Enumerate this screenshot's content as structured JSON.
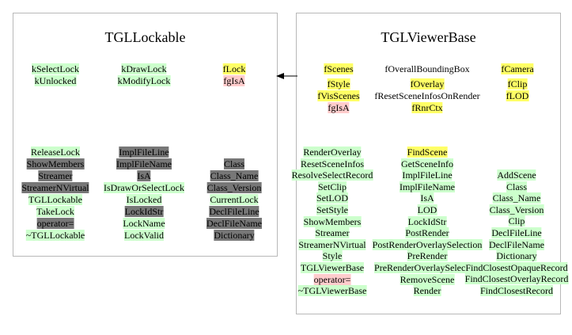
{
  "colors": {
    "green": "#ccffcc",
    "yellow": "#ffff66",
    "pink": "#ffcccc",
    "gray": "#777777"
  },
  "left_box": {
    "title": "TGLLockable",
    "col1": [
      {
        "text": "kSelectLock",
        "style": "green"
      },
      {
        "text": "kUnlocked",
        "style": "green"
      },
      {
        "text": "ReleaseLock",
        "style": "green"
      },
      {
        "text": "ShowMembers",
        "style": "gray"
      },
      {
        "text": "Streamer",
        "style": "gray"
      },
      {
        "text": "StreamerNVirtual",
        "style": "gray"
      },
      {
        "text": "TGLLockable",
        "style": "green"
      },
      {
        "text": "TakeLock",
        "style": "green"
      },
      {
        "text": "operator=",
        "style": "gray"
      },
      {
        "text": "~TGLLockable",
        "style": "green"
      }
    ],
    "col2": [
      {
        "text": "kDrawLock",
        "style": "green"
      },
      {
        "text": "kModifyLock",
        "style": "green"
      },
      {
        "text": "ImplFileLine",
        "style": "gray"
      },
      {
        "text": "ImplFileName",
        "style": "gray"
      },
      {
        "text": "IsA",
        "style": "gray"
      },
      {
        "text": "IsDrawOrSelectLock",
        "style": "green"
      },
      {
        "text": "IsLocked",
        "style": "green"
      },
      {
        "text": "LockIdStr",
        "style": "gray"
      },
      {
        "text": "LockName",
        "style": "green"
      },
      {
        "text": "LockValid",
        "style": "green"
      }
    ],
    "col3": [
      {
        "text": "fLock",
        "style": "yellow"
      },
      {
        "text": "fgIsA",
        "style": "pink"
      },
      {
        "text": "Class",
        "style": "gray"
      },
      {
        "text": "Class_Name",
        "style": "gray"
      },
      {
        "text": "Class_Version",
        "style": "gray"
      },
      {
        "text": "CurrentLock",
        "style": "green"
      },
      {
        "text": "DeclFileLine",
        "style": "gray"
      },
      {
        "text": "DeclFileName",
        "style": "gray"
      },
      {
        "text": "Dictionary",
        "style": "gray"
      }
    ]
  },
  "right_box": {
    "title": "TGLViewerBase",
    "col1_top": [
      {
        "text": "fScenes",
        "style": "yellow"
      },
      {
        "text": "fStyle",
        "style": "yellow"
      },
      {
        "text": "fVisScenes",
        "style": "yellow"
      },
      {
        "text": "fgIsA",
        "style": "pink"
      }
    ],
    "col2_top": [
      {
        "text": "fOverallBoundingBox",
        "style": "plain"
      },
      {
        "text": "fOverlay",
        "style": "yellow"
      },
      {
        "text": "fResetSceneInfosOnRender",
        "style": "plain"
      },
      {
        "text": "fRnrCtx",
        "style": "yellow"
      }
    ],
    "col3_top": [
      {
        "text": "fCamera",
        "style": "yellow"
      },
      {
        "text": "fClip",
        "style": "yellow"
      },
      {
        "text": "fLOD",
        "style": "yellow"
      }
    ],
    "col1": [
      {
        "text": "RenderOverlay",
        "style": "green"
      },
      {
        "text": "ResetSceneInfos",
        "style": "green"
      },
      {
        "text": "ResolveSelectRecord",
        "style": "green"
      },
      {
        "text": "SetClip",
        "style": "green"
      },
      {
        "text": "SetLOD",
        "style": "green"
      },
      {
        "text": "SetStyle",
        "style": "green"
      },
      {
        "text": "ShowMembers",
        "style": "green"
      },
      {
        "text": "Streamer",
        "style": "green"
      },
      {
        "text": "StreamerNVirtual",
        "style": "green"
      },
      {
        "text": "Style",
        "style": "green"
      },
      {
        "text": "TGLViewerBase",
        "style": "green"
      },
      {
        "text": "operator=",
        "style": "pink"
      },
      {
        "text": "~TGLViewerBase",
        "style": "green"
      }
    ],
    "col2": [
      {
        "text": "FindScene",
        "style": "yellow"
      },
      {
        "text": "GetSceneInfo",
        "style": "green"
      },
      {
        "text": "ImplFileLine",
        "style": "green"
      },
      {
        "text": "ImplFileName",
        "style": "green"
      },
      {
        "text": "IsA",
        "style": "green"
      },
      {
        "text": "LOD",
        "style": "green"
      },
      {
        "text": "LockIdStr",
        "style": "green"
      },
      {
        "text": "PostRender",
        "style": "green"
      },
      {
        "text": "PostRenderOverlaySelection",
        "style": "green"
      },
      {
        "text": "PreRender",
        "style": "green"
      },
      {
        "text": "PreRenderOverlaySelection",
        "style": "green"
      },
      {
        "text": "RemoveScene",
        "style": "green"
      },
      {
        "text": "Render",
        "style": "green"
      }
    ],
    "col3": [
      {
        "text": "AddScene",
        "style": "green"
      },
      {
        "text": "Class",
        "style": "green"
      },
      {
        "text": "Class_Name",
        "style": "green"
      },
      {
        "text": "Class_Version",
        "style": "green"
      },
      {
        "text": "Clip",
        "style": "green"
      },
      {
        "text": "DeclFileLine",
        "style": "green"
      },
      {
        "text": "DeclFileName",
        "style": "green"
      },
      {
        "text": "Dictionary",
        "style": "green"
      },
      {
        "text": "FindClosestOpaqueRecord",
        "style": "green"
      },
      {
        "text": "FindClosestOverlayRecord",
        "style": "green"
      },
      {
        "text": "FindClosestRecord",
        "style": "green"
      }
    ]
  }
}
